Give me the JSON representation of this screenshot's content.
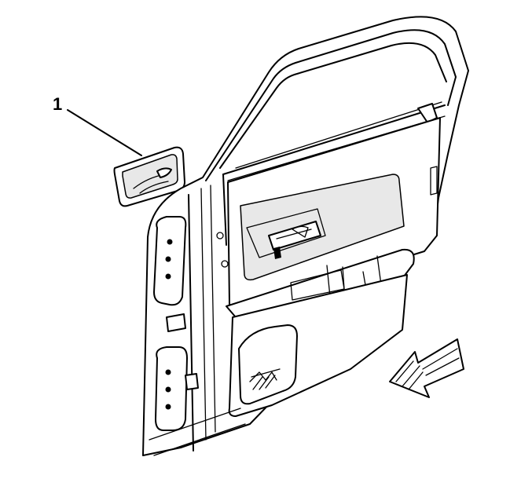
{
  "diagram": {
    "callouts": [
      {
        "number": "1"
      }
    ],
    "icons": [
      "door-panel",
      "interior-handle-bezel",
      "direction-arrow"
    ]
  }
}
